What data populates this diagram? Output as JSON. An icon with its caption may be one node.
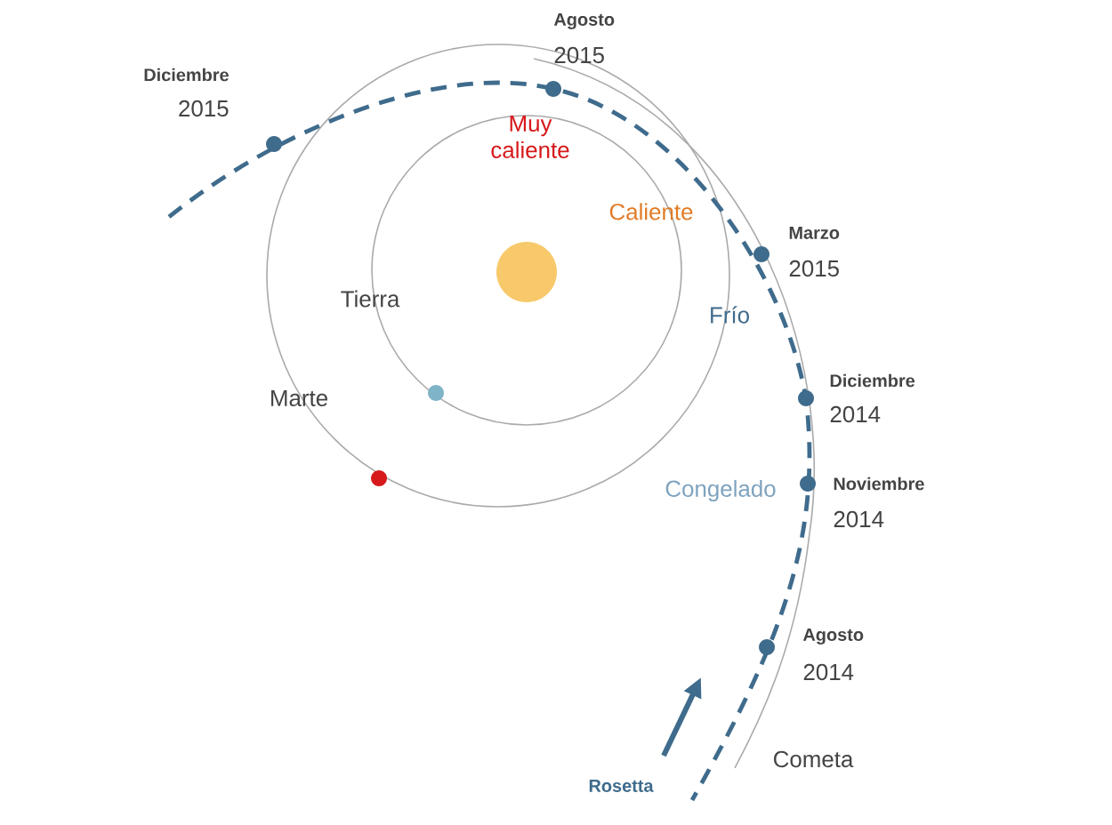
{
  "diagram": {
    "labels": [
      "Agosto",
      "2015",
      "Diciembre",
      "2015",
      "Muy caliente",
      "Caliente",
      "Marzo",
      "2015",
      "Tierra",
      "Frío",
      "Marte",
      "Diciembre",
      "2014",
      "Congelado",
      "Noviembre",
      "2014",
      "Agosto",
      "2014",
      "Rosetta",
      "Cometa"
    ]
  }
}
